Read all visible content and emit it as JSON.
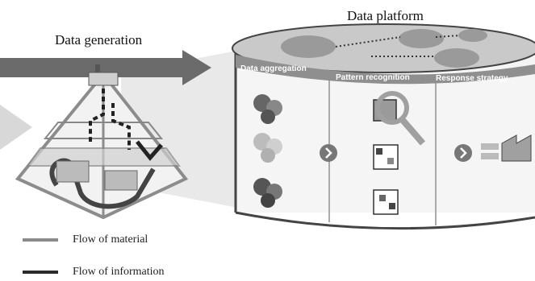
{
  "titles": {
    "generation": "Data generation",
    "platform": "Data platform"
  },
  "stages": [
    {
      "label": "Data aggregation"
    },
    {
      "label": "Pattern recognition"
    },
    {
      "label": "Response  strategy"
    }
  ],
  "legend": [
    {
      "label": "Flow of material",
      "color": "#8a8a8a"
    },
    {
      "label": "Flow of information",
      "color": "#2b2b2b"
    }
  ],
  "colors": {
    "platform_top": "#c9c9c9",
    "band": "#8f8f8f",
    "arrow": "#6b6b6b",
    "ring_dark": "#333333"
  }
}
